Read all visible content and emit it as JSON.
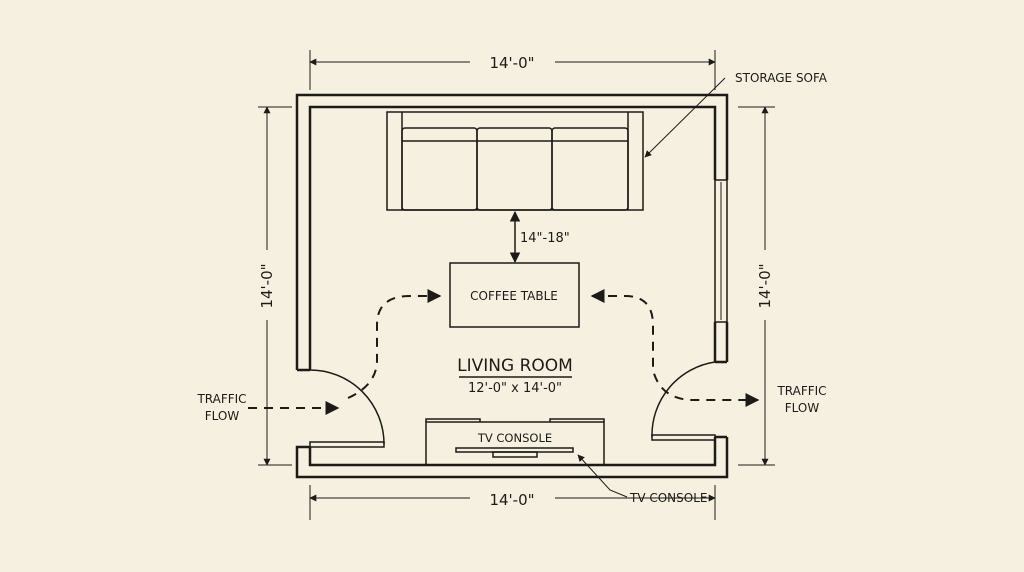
{
  "dimensions": {
    "top": "14'-0\"",
    "bottom": "14'-0\"",
    "left": "14'-0\"",
    "right": "14'-0\""
  },
  "labels": {
    "storage_sofa": "STORAGE SOFA",
    "clearance": "14\"-18\"",
    "coffee_table": "COFFEE TABLE",
    "room_name": "LIVING ROOM",
    "room_size": "12'-0\" x 14'-0\"",
    "tv_console_inside": "TV CONSOLE",
    "tv_console_callout": "TV CONSOLE",
    "traffic_left_1": "TRAFFIC",
    "traffic_left_2": "FLOW",
    "traffic_right_1": "TRAFFIC",
    "traffic_right_2": "FLOW"
  },
  "colors": {
    "ink": "#1d1b18",
    "paper": "#f6f0e1"
  }
}
